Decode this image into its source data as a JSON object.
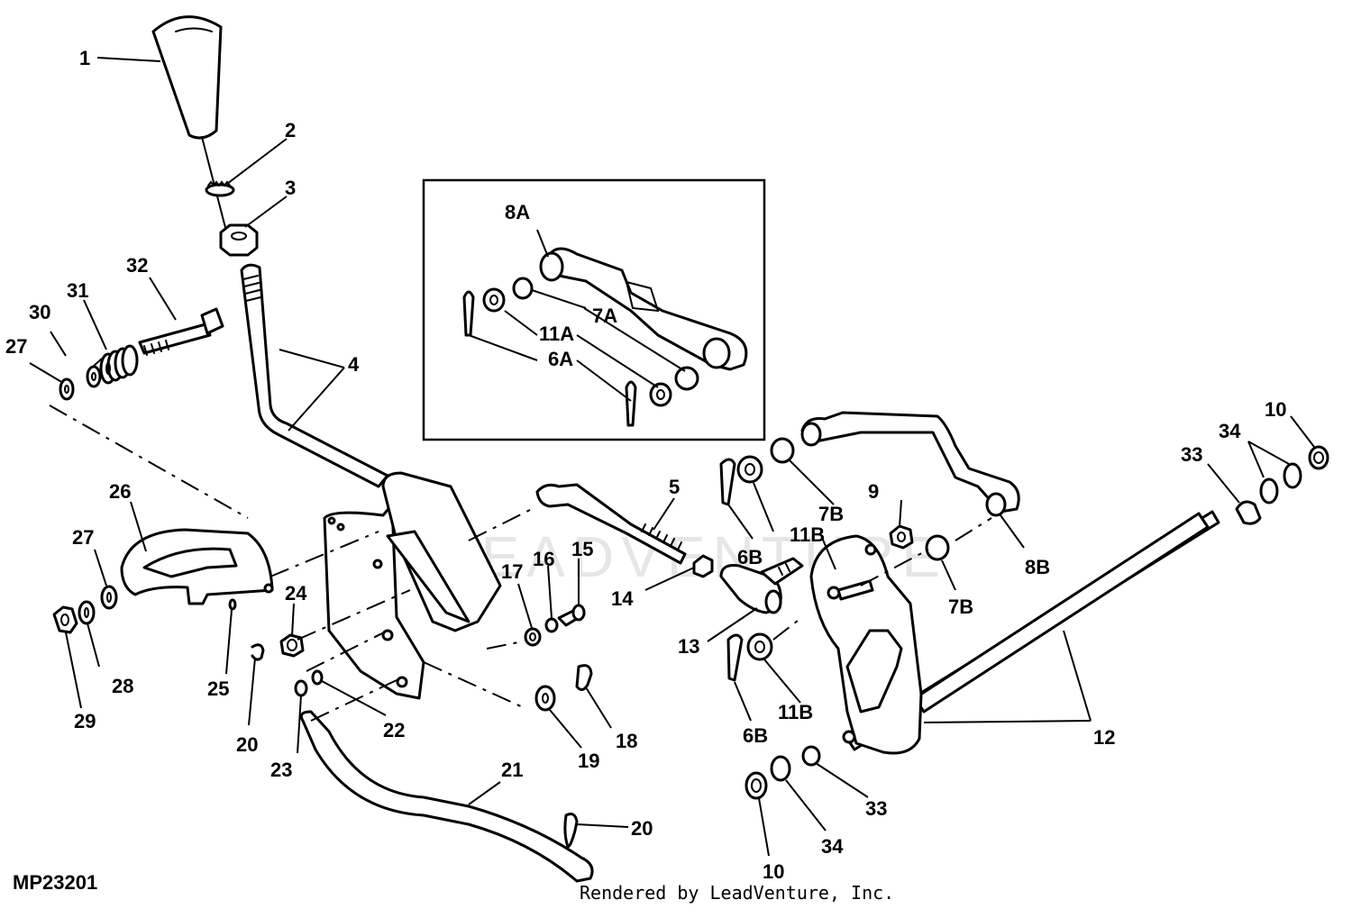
{
  "diagram_code": "MP23201",
  "footer_credit": "Rendered by LeadVenture, Inc.",
  "watermark": "LEADVENTURE",
  "callouts": {
    "c1": "1",
    "c2": "2",
    "c3": "3",
    "c4": "4",
    "c5": "5",
    "c6a": "6A",
    "c6b_upper": "6B",
    "c6b_lower": "6B",
    "c7a": "7A",
    "c7b_upper": "7B",
    "c7b_lower": "7B",
    "c8a": "8A",
    "c8b": "8B",
    "c9": "9",
    "c10_right": "10",
    "c10_bottom": "10",
    "c11a": "11A",
    "c11b_upper": "11B",
    "c11b_lower": "11B",
    "c12": "12",
    "c13": "13",
    "c14": "14",
    "c15": "15",
    "c16": "16",
    "c17": "17",
    "c18": "18",
    "c19": "19",
    "c20_left": "20",
    "c20_bottom": "20",
    "c21": "21",
    "c22": "22",
    "c23": "23",
    "c24": "24",
    "c25": "25",
    "c26": "26",
    "c27_top": "27",
    "c27_mid": "27",
    "c28": "28",
    "c29": "29",
    "c30": "30",
    "c31": "31",
    "c32": "32",
    "c33_right": "33",
    "c33_bottom": "33",
    "c34_right": "34",
    "c34_bottom": "34"
  }
}
